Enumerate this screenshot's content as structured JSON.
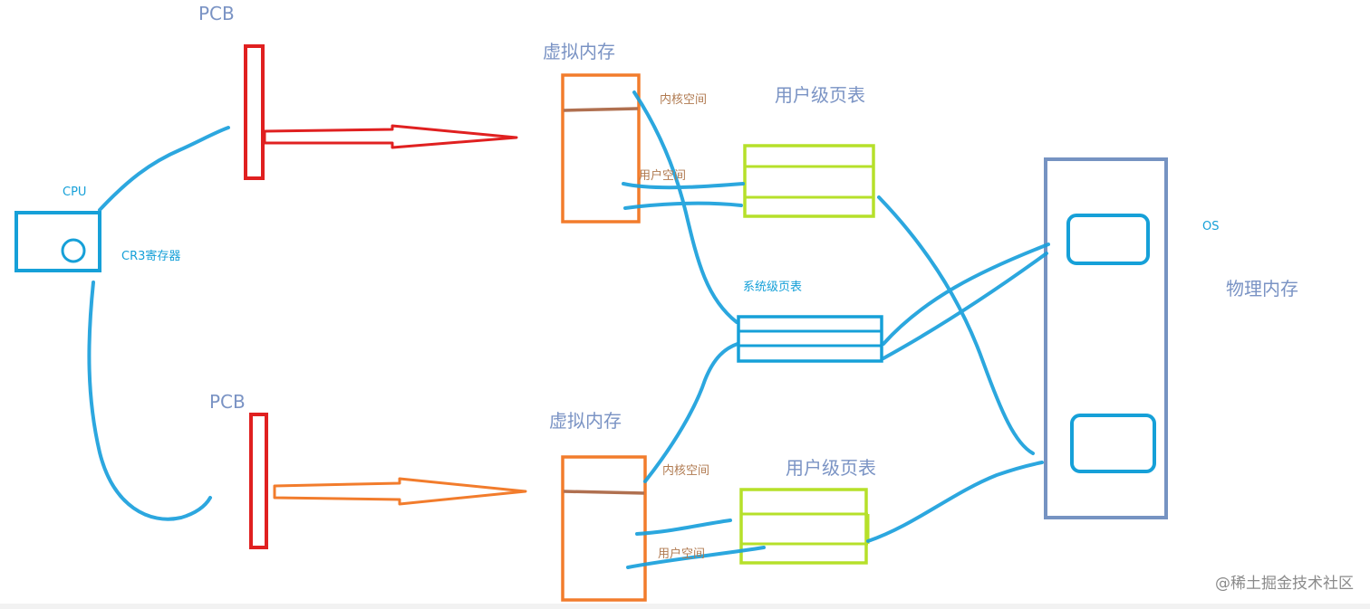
{
  "labels": {
    "pcb_top": "PCB",
    "pcb_bottom": "PCB",
    "vmem_top": "虚拟内存",
    "vmem_bottom": "虚拟内存",
    "kernel_space_top": "内核空间",
    "kernel_space_bottom": "内核空间",
    "user_space_top": "用户空间",
    "user_space_bottom": "用户空间",
    "user_pt_top": "用户级页表",
    "user_pt_bottom": "用户级页表",
    "system_pt": "系统级页表",
    "cpu": "CPU",
    "cr3": "CR3寄存器",
    "os": "OS",
    "physical_memory": "物理内存"
  },
  "watermark": "@稀土掘金技术社区",
  "colors": {
    "pcb": "#e02020",
    "arrow_top": "#e02020",
    "arrow_bottom": "#f27c2c",
    "vmem": "#f27c2c",
    "divider": "#b07050",
    "user_pt": "#b6e02a",
    "system_pt": "#16a0d8",
    "cpu": "#16a0d8",
    "physical_memory": "#7693c2",
    "connector": "#1aa0dc"
  }
}
